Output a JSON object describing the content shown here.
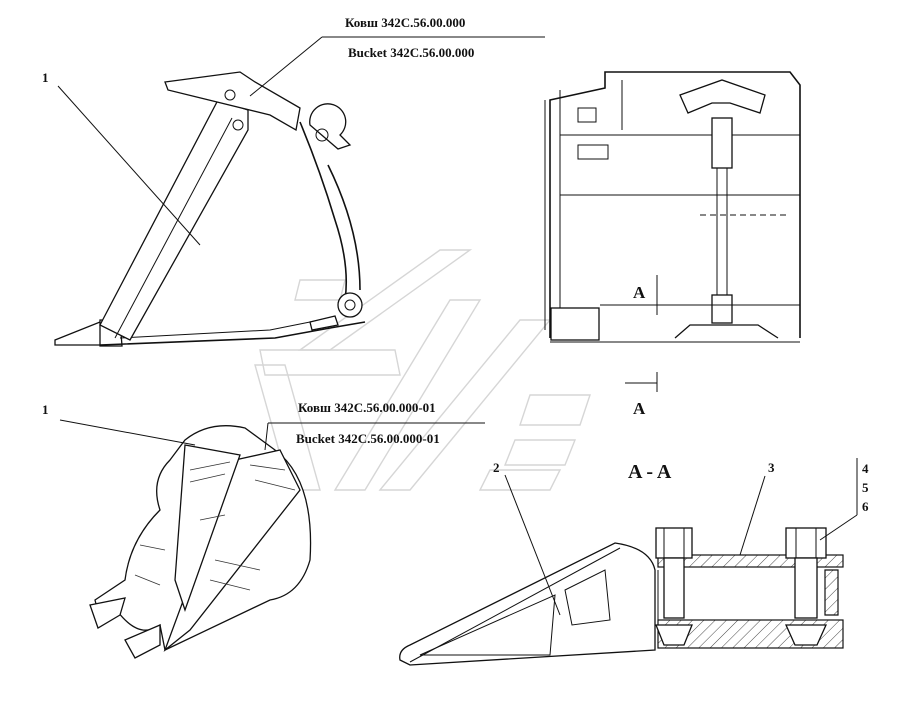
{
  "labels": {
    "bucket1_ru": "Ковш  342С.56.00.000",
    "bucket1_en": "Bucket 342С.56.00.000",
    "bucket2_ru": "Ковш  342С.56.00.000-01",
    "bucket2_en": "Bucket  342С.56.00.000-01",
    "callout_1_top": "1",
    "callout_1_bottom": "1",
    "callout_2": "2",
    "callout_3": "3",
    "callout_4": "4",
    "callout_5": "5",
    "callout_6": "6",
    "section_mark_upper": "A",
    "section_mark_lower": "A",
    "section_title": "A - A"
  }
}
